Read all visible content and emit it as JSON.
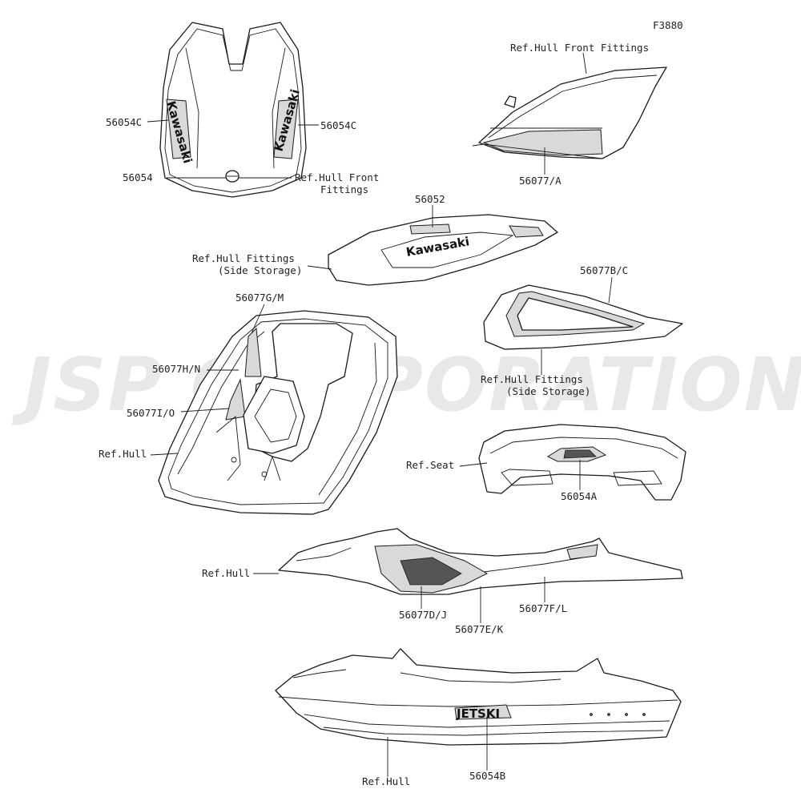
{
  "figure_code": "F3880",
  "watermark": "JSP CORPORATION",
  "brand_mark": "Kawasaki",
  "jetski_mark": "JETSKI",
  "callouts": [
    {
      "id": "c1",
      "text": "Ref.Hull Front Fittings"
    },
    {
      "id": "c2",
      "text": "56054C"
    },
    {
      "id": "c3",
      "text": "56054C"
    },
    {
      "id": "c4",
      "text": "56054"
    },
    {
      "id": "c5",
      "text": "Ref.Hull Front"
    },
    {
      "id": "c5b",
      "text": "Fittings"
    },
    {
      "id": "c6",
      "text": "56077/A"
    },
    {
      "id": "c7",
      "text": "56052"
    },
    {
      "id": "c8",
      "text": "Ref.Hull Fittings"
    },
    {
      "id": "c8b",
      "text": "(Side Storage)"
    },
    {
      "id": "c9",
      "text": "56077B/C"
    },
    {
      "id": "c10",
      "text": "56077G/M"
    },
    {
      "id": "c11",
      "text": "56077H/N"
    },
    {
      "id": "c12",
      "text": "Ref.Hull Fittings"
    },
    {
      "id": "c12b",
      "text": "(Side Storage)"
    },
    {
      "id": "c13",
      "text": "56077I/O"
    },
    {
      "id": "c14",
      "text": "Ref.Hull"
    },
    {
      "id": "c15",
      "text": "Ref.Seat"
    },
    {
      "id": "c16",
      "text": "56054A"
    },
    {
      "id": "c17",
      "text": "Ref.Hull"
    },
    {
      "id": "c18",
      "text": "56077D/J"
    },
    {
      "id": "c19",
      "text": "56077E/K"
    },
    {
      "id": "c20",
      "text": "56077F/L"
    },
    {
      "id": "c21",
      "text": "Ref.Hull"
    },
    {
      "id": "c22",
      "text": "56054B"
    }
  ]
}
